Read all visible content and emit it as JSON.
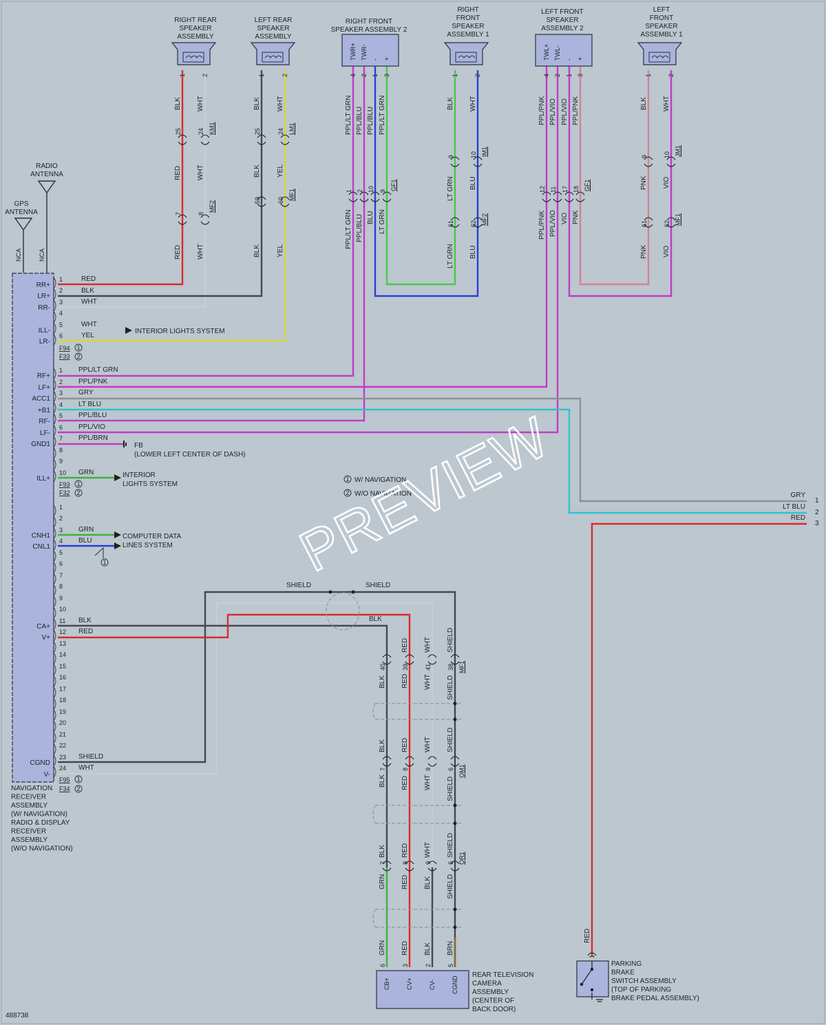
{
  "components": {
    "rr_speaker": "RIGHT REAR SPEAKER ASSEMBLY",
    "lr_speaker": "LEFT REAR SPEAKER ASSEMBLY",
    "rf_speaker2": "RIGHT FRONT SPEAKER ASSEMBLY 2",
    "rf_speaker1": "RIGHT FRONT SPEAKER ASSEMBLY 1",
    "lf_speaker2": "LEFT FRONT SPEAKER ASSEMBLY 2",
    "lf_speaker1": "LEFT FRONT SPEAKER ASSEMBLY 1",
    "radio_antenna": "RADIO ANTENNA",
    "gps_antenna": "GPS ANTENNA",
    "receiver": "NAVIGATION RECEIVER ASSEMBLY (W/ NAVIGATION) RADIO & DISPLAY RECEIVER ASSEMBLY (W/O NAVIGATION)",
    "camera": "REAR TELEVISION CAMERA ASSEMBLY (CENTER OF BACK DOOR)",
    "parking_brake": "PARKING BRAKE SWITCH ASSEMBLY (TOP OF PARKING BRAKE PEDAL ASSEMBLY)"
  },
  "terminals": {
    "rf2": [
      "TWR+",
      "TWR-",
      "-",
      "+"
    ],
    "lf2": [
      "TWL+",
      "TWL-",
      "-",
      "+"
    ],
    "camera": [
      "CB+",
      "CV+",
      "CV-",
      "CGND"
    ],
    "antenna": "NCA",
    "rx_group1": [
      "RR+",
      "LR+",
      "RR-",
      "ILL-",
      "LR-"
    ],
    "rx_group2": [
      "RF+",
      "LF+",
      "ACC1",
      "+B1",
      "RF-",
      "LF-",
      "GND1"
    ],
    "rx_group3": [
      "ILL+"
    ],
    "rx_group4": [
      "CNH1",
      "CNL1"
    ],
    "rx_group5": [
      "CA+",
      "V+",
      "CGND",
      "V-"
    ]
  },
  "connectors": {
    "km1": "KM1",
    "lm1": "LM1",
    "im1": "IM1",
    "jm1": "JM1",
    "mf2": "MF2",
    "mf1": "MF1",
    "gf1": "GF1",
    "qm1": "QM1",
    "qr1": "QR1",
    "f94": "F94",
    "f33": "F33",
    "f93": "F93",
    "f32": "F32",
    "f95": "F95",
    "f34": "F34"
  },
  "wires": {
    "red": "RED",
    "blk": "BLK",
    "wht": "WHT",
    "yel": "YEL",
    "grn": "GRN",
    "blu": "BLU",
    "gry": "GRY",
    "lt_blu": "LT BLU",
    "lt_grn": "LT GRN",
    "pnk": "PNK",
    "vio": "VIO",
    "brn": "BRN",
    "ppl_lt_grn": "PPL/LT GRN",
    "ppl_blu": "PPL/BLU",
    "ppl_pnk": "PPL/PNK",
    "ppl_vio": "PPL/VIO",
    "ppl_brn": "PPL/BRN",
    "shield": "SHIELD"
  },
  "annotations": {
    "interior_lights": "INTERIOR LIGHTS SYSTEM",
    "interior_lights_a": "INTERIOR",
    "interior_lights_b": "LIGHTS SYSTEM",
    "computer_data_a": "COMPUTER DATA",
    "computer_data_b": "LINES SYSTEM",
    "fb": "FB",
    "fb_loc": "(LOWER LEFT CENTER OF DASH)",
    "legend_1": "W/ NAVIGATION",
    "legend_2": "W/O NAVIGATION",
    "cv1": "1",
    "cv2": "2",
    "diagram_id": "488738",
    "watermark": "PREVIEW"
  },
  "colors": {
    "red": "#d92b2b",
    "blk": "#45494d",
    "wht": "#c9cdd0",
    "yel": "#d8d53a",
    "ppl": "#c23ac8",
    "pnk": "#d87f95",
    "grn": "#3cb43c",
    "ltgrn": "#48c848",
    "blu": "#2a3fd3",
    "ltblu": "#2ec3cf",
    "gry": "#8c9296",
    "brn": "#8a6a3a",
    "comp": "#aab4dc",
    "bg": "#bcc7cf"
  }
}
